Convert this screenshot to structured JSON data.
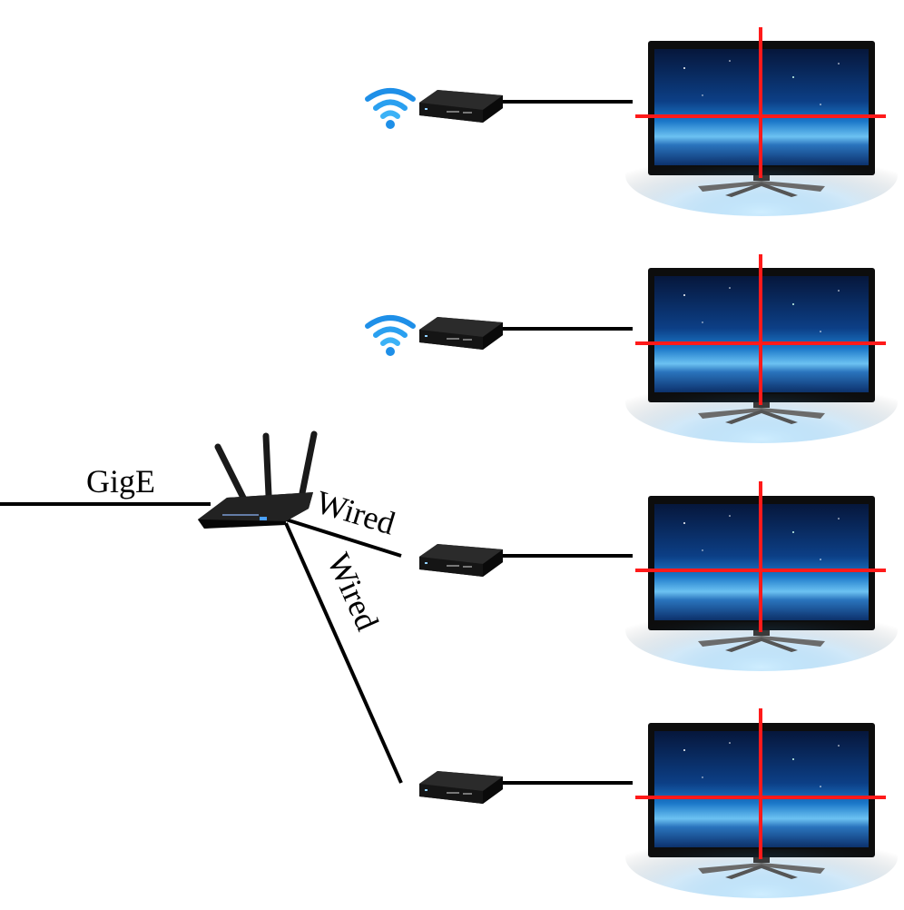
{
  "labels": {
    "uplink": "GigE",
    "wired_1": "Wired",
    "wired_2": "Wired"
  },
  "icons": {
    "router": "router-icon",
    "receiver": "media-receiver-icon",
    "wifi": "wifi-icon",
    "display": "tv-display-icon"
  },
  "colors": {
    "cable": "#000000",
    "crosshair": "#ff1a1a",
    "wifi": "#1e8fe8",
    "tv_bezel": "#111111"
  },
  "endpoints": [
    {
      "connection": "wireless"
    },
    {
      "connection": "wireless"
    },
    {
      "connection": "wired"
    },
    {
      "connection": "wired"
    }
  ]
}
